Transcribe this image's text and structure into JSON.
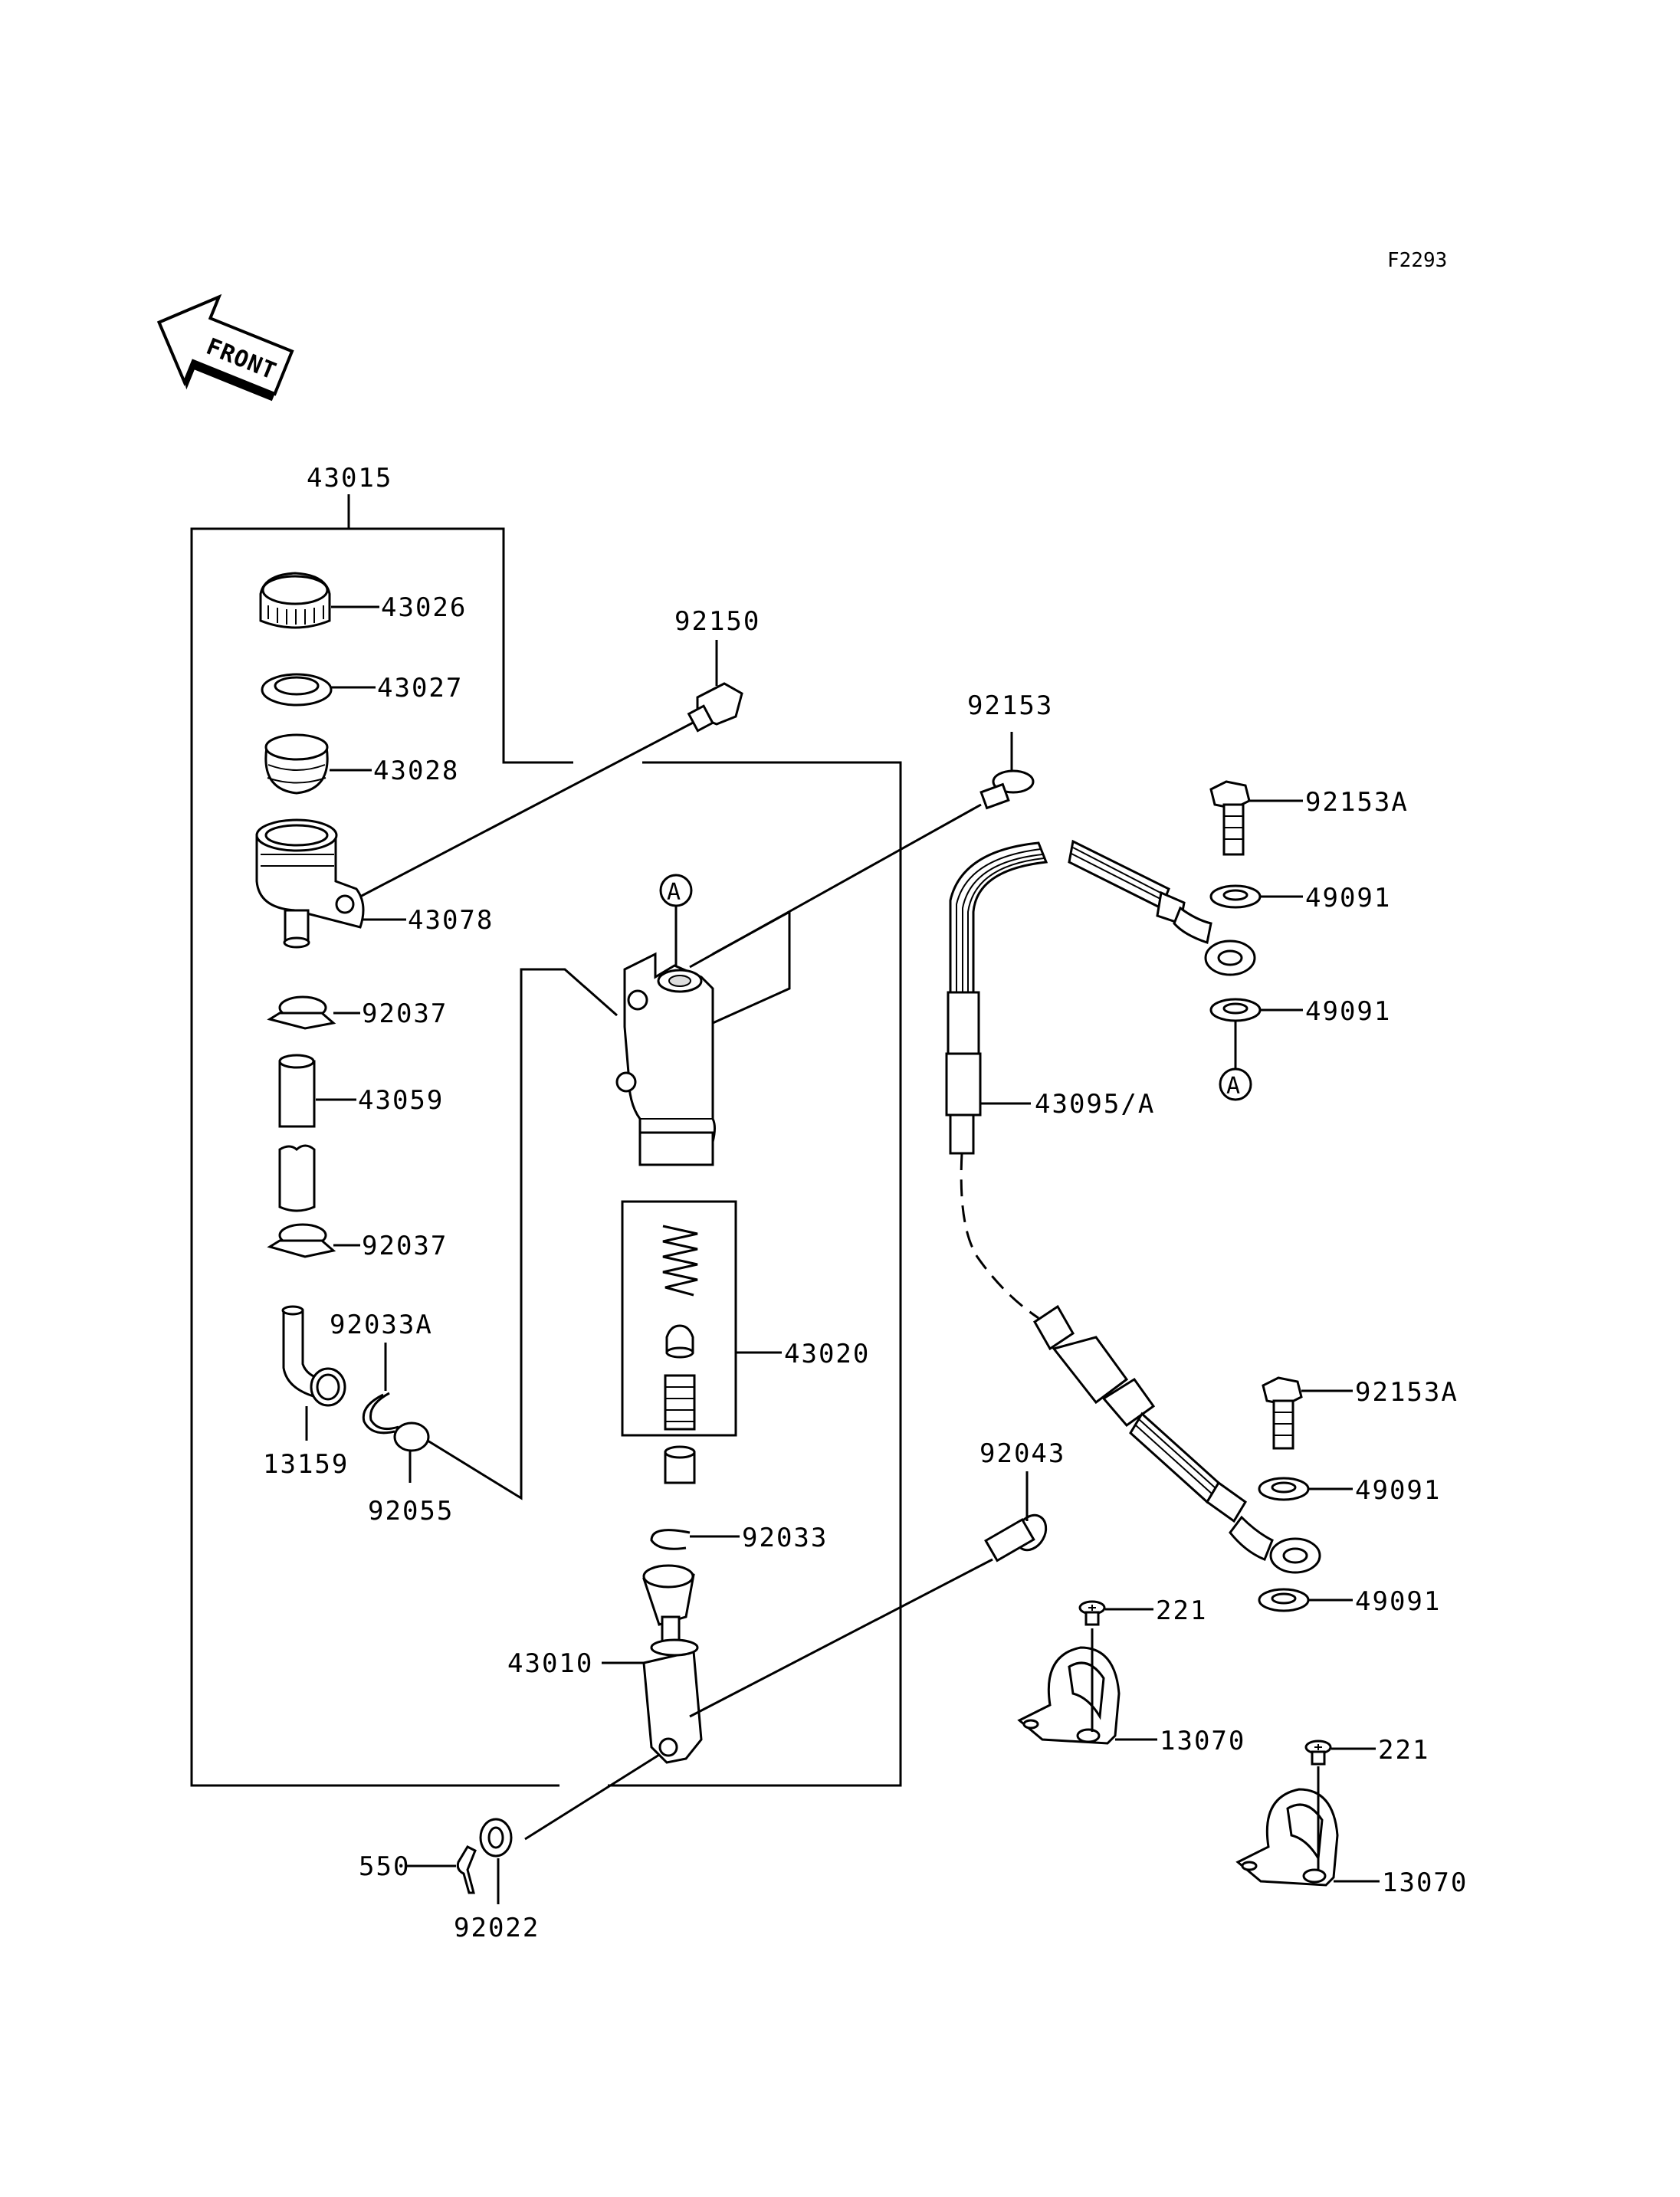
{
  "diagram": {
    "figure_code": "F2293",
    "front_label": "FRONT",
    "callout_letter": "A",
    "parts": {
      "p43015": "43015",
      "p43026": "43026",
      "p43027": "43027",
      "p43028": "43028",
      "p43078": "43078",
      "p92037a": "92037",
      "p43059": "43059",
      "p92037b": "92037",
      "p92033A": "92033A",
      "p13159": "13159",
      "p92055": "92055",
      "p92150": "92150",
      "p92153": "92153",
      "p43020": "43020",
      "p92033": "92033",
      "p43010": "43010",
      "p550": "550",
      "p92022": "92022",
      "p92153A_top": "92153A",
      "p49091_1": "49091",
      "p49091_2": "49091",
      "p43095A": "43095/A",
      "p92043": "92043",
      "p221_1": "221",
      "p13070_1": "13070",
      "p92153A_bot": "92153A",
      "p49091_3": "49091",
      "p49091_4": "49091",
      "p221_2": "221",
      "p13070_2": "13070"
    }
  }
}
